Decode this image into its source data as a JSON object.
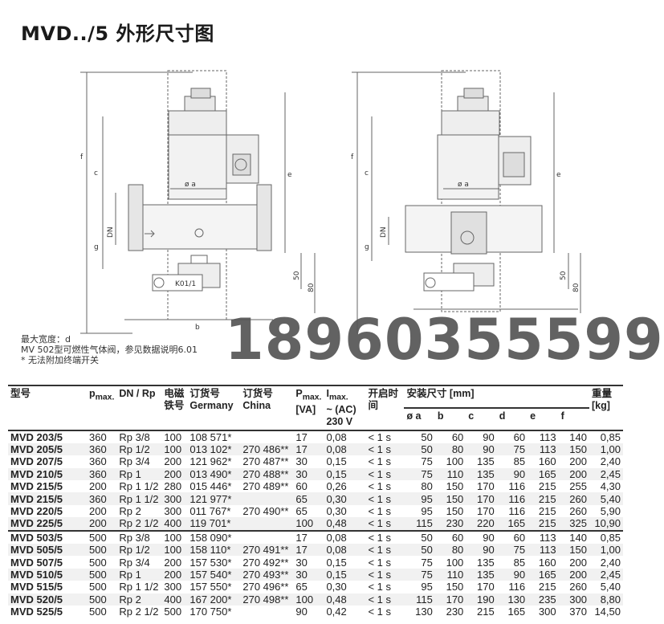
{
  "title": "MVD../5 外形尺寸图",
  "drawing": {
    "dim_labels": [
      "f",
      "c",
      "e",
      "g",
      "DN",
      "ø a",
      "b",
      "50",
      "80",
      "K01/1"
    ]
  },
  "notes": [
    "最大宽度：d",
    "MV 502型可燃性气体阀，参见数据说明6.01",
    "* 无法附加终端开关"
  ],
  "watermark": "18960355599",
  "table": {
    "headers": {
      "model": "型号",
      "pmax": "p",
      "pmax_sub": "max.",
      "dn": "DN / Rp",
      "coil": "电磁铁号",
      "order_de": "订货号 Germany",
      "order_cn": "订货号 China",
      "power": "P",
      "power_sub": "max.",
      "power_unit": "[VA]",
      "current": "I",
      "current_sub": "max.",
      "current_unit": "~ (AC) 230 V",
      "open": "开启时间",
      "dims": "安装尺寸 [mm]",
      "weight": "重量 [kg]",
      "dim_cols": [
        "ø a",
        "b",
        "c",
        "d",
        "e",
        "f"
      ]
    },
    "rows": [
      [
        "MVD 203/5",
        "360",
        "Rp 3/8",
        "100",
        "108 571*",
        "",
        "17",
        "0,08",
        "< 1 s",
        "50",
        "60",
        "90",
        "60",
        "113",
        "140",
        "0,85"
      ],
      [
        "MVD 205/5",
        "360",
        "Rp 1/2",
        "100",
        "013 102*",
        "270 486**",
        "17",
        "0,08",
        "< 1 s",
        "50",
        "80",
        "90",
        "75",
        "113",
        "150",
        "1,00"
      ],
      [
        "MVD 207/5",
        "360",
        "Rp 3/4",
        "200",
        "121 962*",
        "270 487**",
        "30",
        "0,15",
        "< 1 s",
        "75",
        "100",
        "135",
        "85",
        "160",
        "200",
        "2,40"
      ],
      [
        "MVD 210/5",
        "360",
        "Rp 1",
        "200",
        "013 490*",
        "270 488**",
        "30",
        "0,15",
        "< 1 s",
        "75",
        "110",
        "135",
        "90",
        "165",
        "200",
        "2,45"
      ],
      [
        "MVD 215/5",
        "200",
        "Rp 1 1/2",
        "280",
        "015 446*",
        "270 489**",
        "60",
        "0,26",
        "< 1 s",
        "80",
        "150",
        "170",
        "116",
        "215",
        "255",
        "4,30"
      ],
      [
        "MVD 215/5",
        "360",
        "Rp 1 1/2",
        "300",
        "121 977*",
        "",
        "65",
        "0,30",
        "< 1 s",
        "95",
        "150",
        "170",
        "116",
        "215",
        "260",
        "5,40"
      ],
      [
        "MVD 220/5",
        "200",
        "Rp 2",
        "300",
        "011 767*",
        "270 490**",
        "65",
        "0,30",
        "< 1 s",
        "95",
        "150",
        "170",
        "116",
        "215",
        "260",
        "5,90"
      ],
      [
        "MVD 225/5",
        "200",
        "Rp 2 1/2",
        "400",
        "119 701*",
        "",
        "100",
        "0,48",
        "< 1 s",
        "115",
        "230",
        "220",
        "165",
        "215",
        "325",
        "10,90"
      ],
      [
        "MVD 503/5",
        "500",
        "Rp 3/8",
        "100",
        "158 090*",
        "",
        "17",
        "0,08",
        "< 1 s",
        "50",
        "60",
        "90",
        "60",
        "113",
        "140",
        "0,85"
      ],
      [
        "MVD 505/5",
        "500",
        "Rp 1/2",
        "100",
        "158 110*",
        "270 491**",
        "17",
        "0,08",
        "< 1 s",
        "50",
        "80",
        "90",
        "75",
        "113",
        "150",
        "1,00"
      ],
      [
        "MVD 507/5",
        "500",
        "Rp 3/4",
        "200",
        "157 530*",
        "270 492**",
        "30",
        "0,15",
        "< 1 s",
        "75",
        "100",
        "135",
        "85",
        "160",
        "200",
        "2,40"
      ],
      [
        "MVD 510/5",
        "500",
        "Rp 1",
        "200",
        "157 540*",
        "270 493**",
        "30",
        "0,15",
        "< 1 s",
        "75",
        "110",
        "135",
        "90",
        "165",
        "200",
        "2,45"
      ],
      [
        "MVD 515/5",
        "500",
        "Rp 1 1/2",
        "300",
        "157 550*",
        "270 496**",
        "65",
        "0,30",
        "< 1 s",
        "95",
        "150",
        "170",
        "116",
        "215",
        "260",
        "5,40"
      ],
      [
        "MVD 520/5",
        "500",
        "Rp 2",
        "400",
        "167 200*",
        "270 498**",
        "100",
        "0,48",
        "< 1 s",
        "115",
        "170",
        "190",
        "130",
        "235",
        "300",
        "8,80"
      ],
      [
        "MVD 525/5",
        "500",
        "Rp 2 1/2",
        "500",
        "170 750*",
        "",
        "90",
        "0,42",
        "< 1 s",
        "130",
        "230",
        "215",
        "165",
        "300",
        "370",
        "14,50"
      ]
    ]
  }
}
